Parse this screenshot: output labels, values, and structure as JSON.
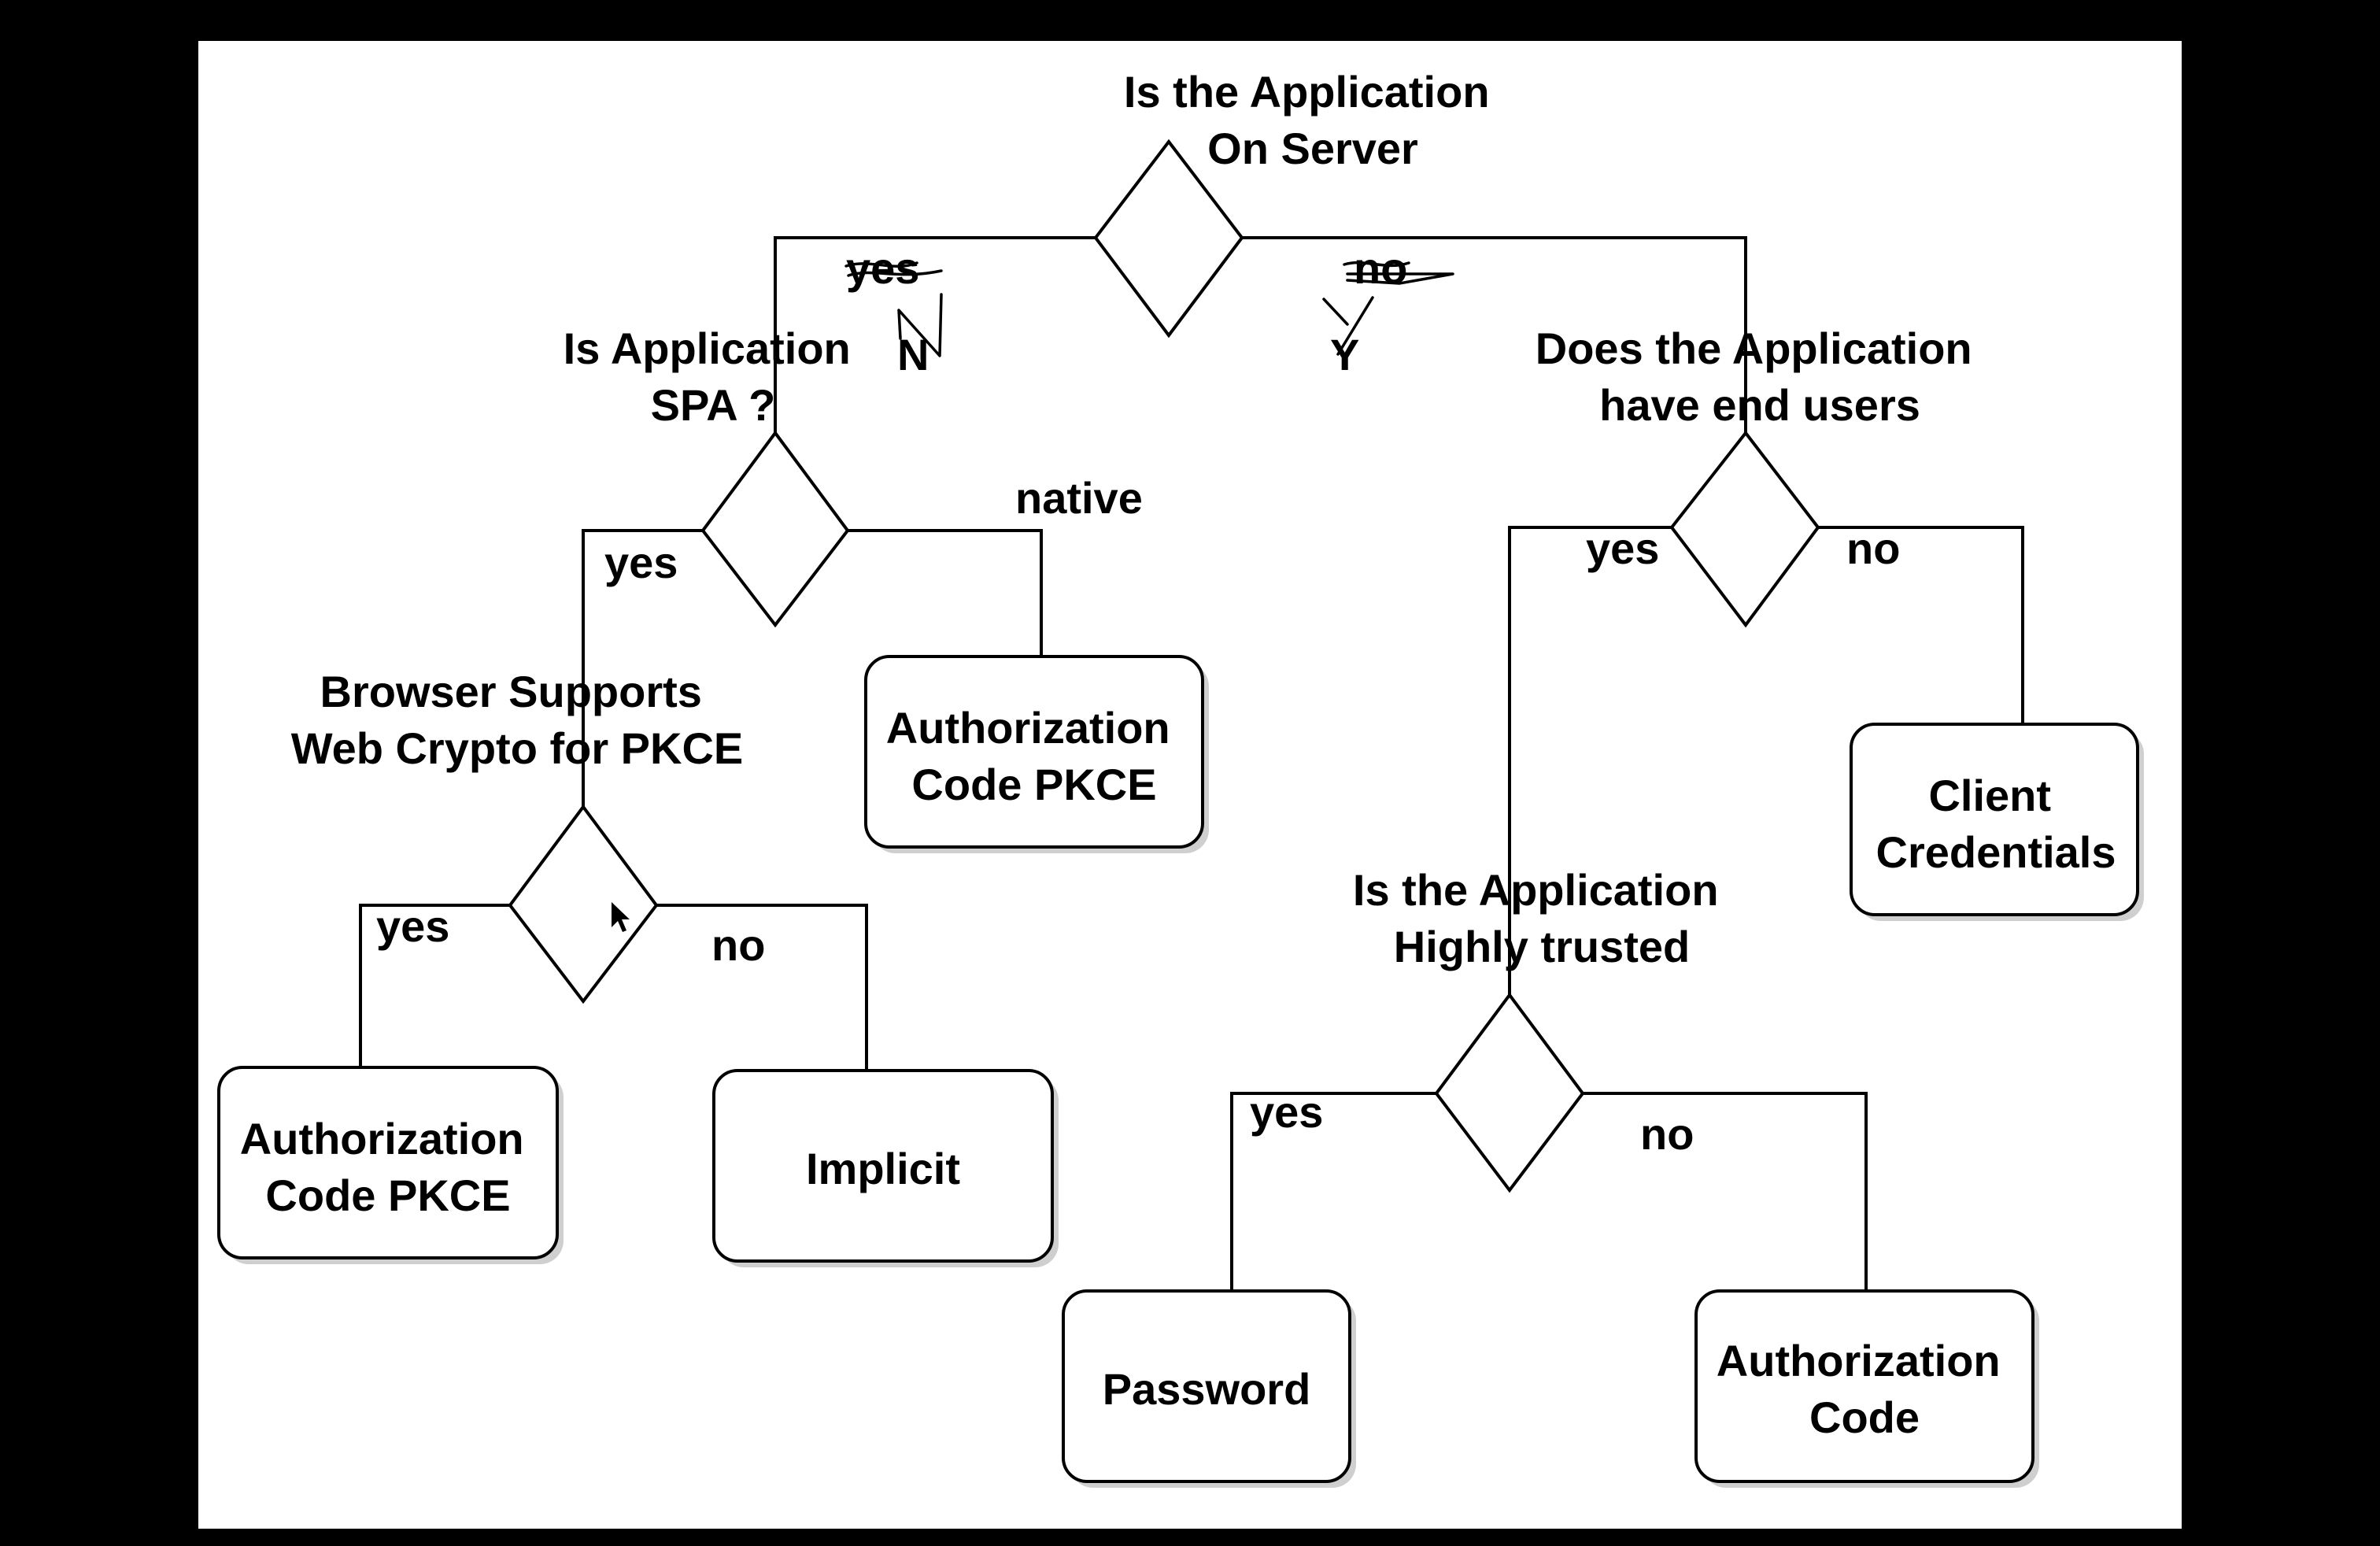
{
  "colors": {
    "background": "#000000",
    "canvas": "#ffffff",
    "ink": "#000000"
  },
  "questions": {
    "on_server": [
      "Is the Application",
      "On Server"
    ],
    "is_spa": [
      "Is Application",
      "SPA ?"
    ],
    "end_users": [
      "Does the Application",
      "have end users"
    ],
    "web_crypto": [
      "Browser Supports",
      "Web Crypto for PKCE"
    ],
    "highly_trusted": [
      "Is the Application",
      "Highly trusted"
    ]
  },
  "edge_labels": {
    "server_yes_struck": "yes",
    "server_no_struck": "no",
    "spa_yes": "yes",
    "spa_native": "native",
    "users_yes": "yes",
    "users_no": "no",
    "crypto_yes": "yes",
    "crypto_no": "no",
    "trusted_yes": "yes",
    "trusted_no": "no"
  },
  "handwritten": {
    "left_branch": "N",
    "right_branch": "Y"
  },
  "outcomes": {
    "native_result": [
      "Authorization",
      "Code PKCE"
    ],
    "client_credentials": [
      "Client",
      "Credentials"
    ],
    "crypto_yes_result": [
      "Authorization",
      "Code PKCE"
    ],
    "implicit": [
      "Implicit"
    ],
    "password": [
      "Password"
    ],
    "authorization_code": [
      "Authorization",
      "Code"
    ]
  }
}
